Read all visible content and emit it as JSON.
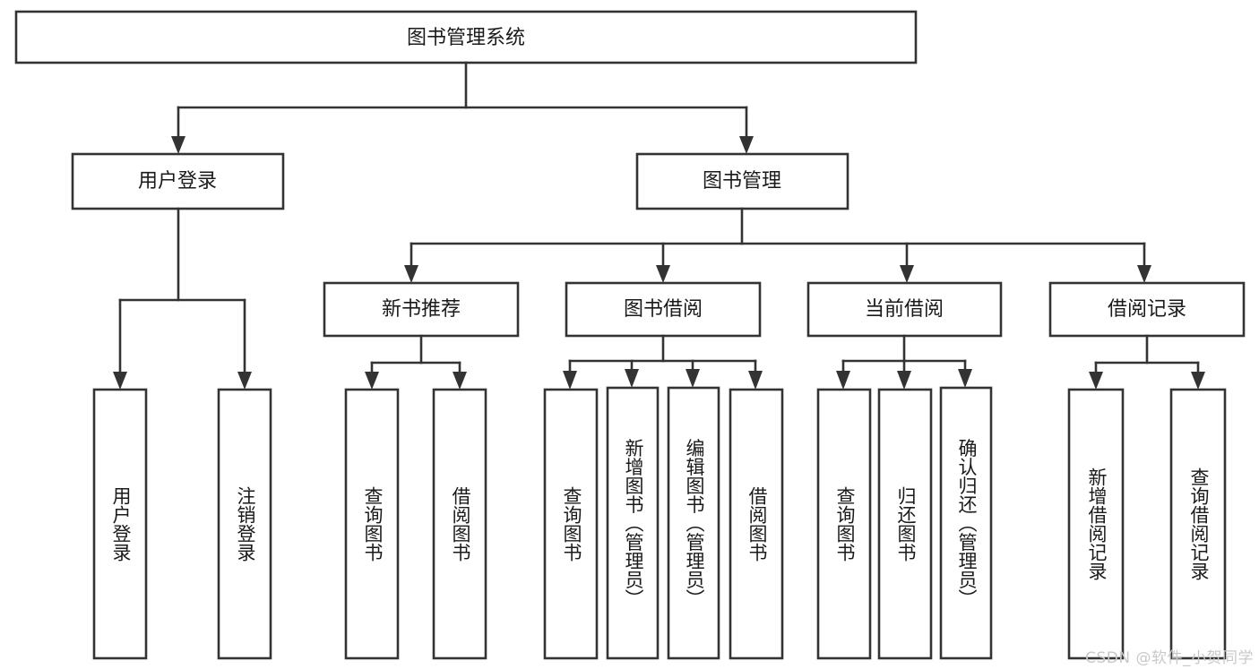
{
  "diagram": {
    "title": "图书管理系统",
    "watermark": "CSDN @软件_小贺同学",
    "accent_color": "#333333",
    "box_fill": "#ffffff",
    "background": "#ffffff"
  },
  "nodes": {
    "root": "图书管理系统",
    "level2": {
      "user_login": "用户登录",
      "book_manage": "图书管理"
    },
    "level3": {
      "new_book_recommend": "新书推荐",
      "book_borrow": "图书借阅",
      "current_borrow": "当前借阅",
      "borrow_record": "借阅记录"
    },
    "leaves": {
      "user_login_children": [
        "用户登录",
        "注销登录"
      ],
      "new_book_recommend_children": [
        "查询图书",
        "借阅图书"
      ],
      "book_borrow_children": [
        "查询图书",
        "新增图书（管理员）",
        "编辑图书（管理员）",
        "借阅图书"
      ],
      "current_borrow_children": [
        "查询图书",
        "归还图书",
        "确认归还（管理员）"
      ],
      "borrow_record_children": [
        "新增借阅记录",
        "查询借阅记录"
      ]
    }
  },
  "chart_data": {
    "type": "tree",
    "title": "图书管理系统",
    "orientation": "top-down",
    "tree": {
      "label": "图书管理系统",
      "children": [
        {
          "label": "用户登录",
          "children": [
            {
              "label": "用户登录",
              "children": []
            },
            {
              "label": "注销登录",
              "children": []
            }
          ]
        },
        {
          "label": "图书管理",
          "children": [
            {
              "label": "新书推荐",
              "children": [
                {
                  "label": "查询图书",
                  "children": []
                },
                {
                  "label": "借阅图书",
                  "children": []
                }
              ]
            },
            {
              "label": "图书借阅",
              "children": [
                {
                  "label": "查询图书",
                  "children": []
                },
                {
                  "label": "新增图书（管理员）",
                  "children": []
                },
                {
                  "label": "编辑图书（管理员）",
                  "children": []
                },
                {
                  "label": "借阅图书",
                  "children": []
                }
              ]
            },
            {
              "label": "当前借阅",
              "children": [
                {
                  "label": "查询图书",
                  "children": []
                },
                {
                  "label": "归还图书",
                  "children": []
                },
                {
                  "label": "确认归还（管理员）",
                  "children": []
                }
              ]
            },
            {
              "label": "借阅记录",
              "children": [
                {
                  "label": "新增借阅记录",
                  "children": []
                },
                {
                  "label": "查询借阅记录",
                  "children": []
                }
              ]
            }
          ]
        }
      ]
    }
  }
}
